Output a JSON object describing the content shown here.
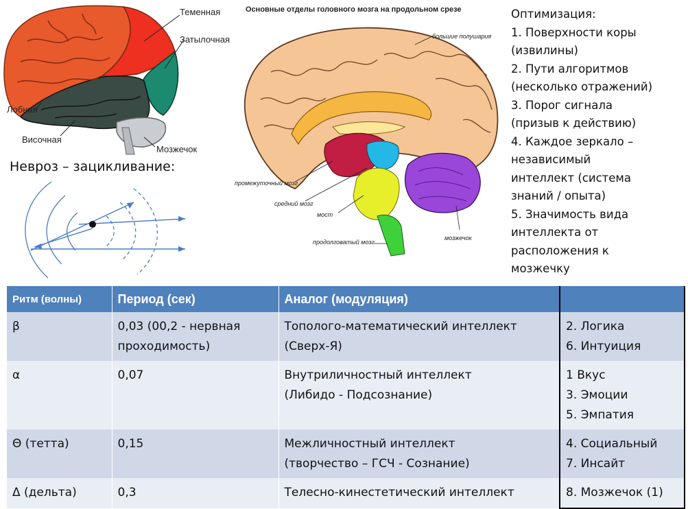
{
  "brain_left": {
    "labels": {
      "parietal": "Теменная",
      "occipital": "Затылочная",
      "frontal": "Лобная",
      "temporal": "Височная",
      "cerebellum": "Мозжечок"
    }
  },
  "brain_section": {
    "title": "Основные отделы головного мозга на продольном срезе",
    "labels": {
      "hemispheres": "большие полушария",
      "diencephalon": "промежуточный мозг",
      "midbrain": "средний мозг",
      "pons": "мост",
      "medulla": "продолговатый мозг",
      "cerebellum": "мозжечок"
    }
  },
  "neurosis": {
    "title": "Невроз – зацикливание:"
  },
  "optimization": {
    "lines": [
      "Оптимизация:",
      "1. Поверхности  коры",
      "(извилины)",
      "2. Пути алгоритмов",
      "(несколько отражений)",
      "3. Порог сигнала",
      "(призыв к действию)",
      "4. Каждое зеркало –",
      "независимый",
      "интеллект (система",
      "знаний / опыта)",
      "5. Значимость вида",
      "интеллекта от",
      "расположения к",
      "мозжечку"
    ]
  },
  "table": {
    "headers": [
      "Ритм (волны)",
      "Период (сек)",
      "Аналог (модуляция)",
      ""
    ],
    "rows": [
      {
        "rhythm": "β",
        "period": [
          "0,03 (00,2  - нервная",
          "проходимость)"
        ],
        "analog": [
          "Тополого-математический интеллект",
          "(Сверх-Я)"
        ],
        "extra": [
          "2. Логика",
          "6. Интуиция"
        ]
      },
      {
        "rhythm": "α",
        "period": [
          "0,07"
        ],
        "analog": [
          "Внутриличностный интеллект",
          "(Либидо - Подсознание)"
        ],
        "extra": [
          "1 Вкус",
          "3. Эмоции",
          "5. Эмпатия"
        ]
      },
      {
        "rhythm": "Θ (тетта)",
        "period": [
          "0,15"
        ],
        "analog": [
          "Межличностный интеллект",
          "(творчество – ГСЧ - Сознание)"
        ],
        "extra": [
          "4. Социальный",
          "7. Инсайт"
        ]
      },
      {
        "rhythm": "Δ (дельта)",
        "period": [
          "0,3"
        ],
        "analog": [
          "Телесно-кинестетический интеллект"
        ],
        "extra": [
          "8. Мозжечок (1)"
        ]
      }
    ]
  },
  "colors": {
    "header_blue": "#4f81bd",
    "row_odd": "#d0d8e8",
    "row_even": "#e9edf4"
  }
}
